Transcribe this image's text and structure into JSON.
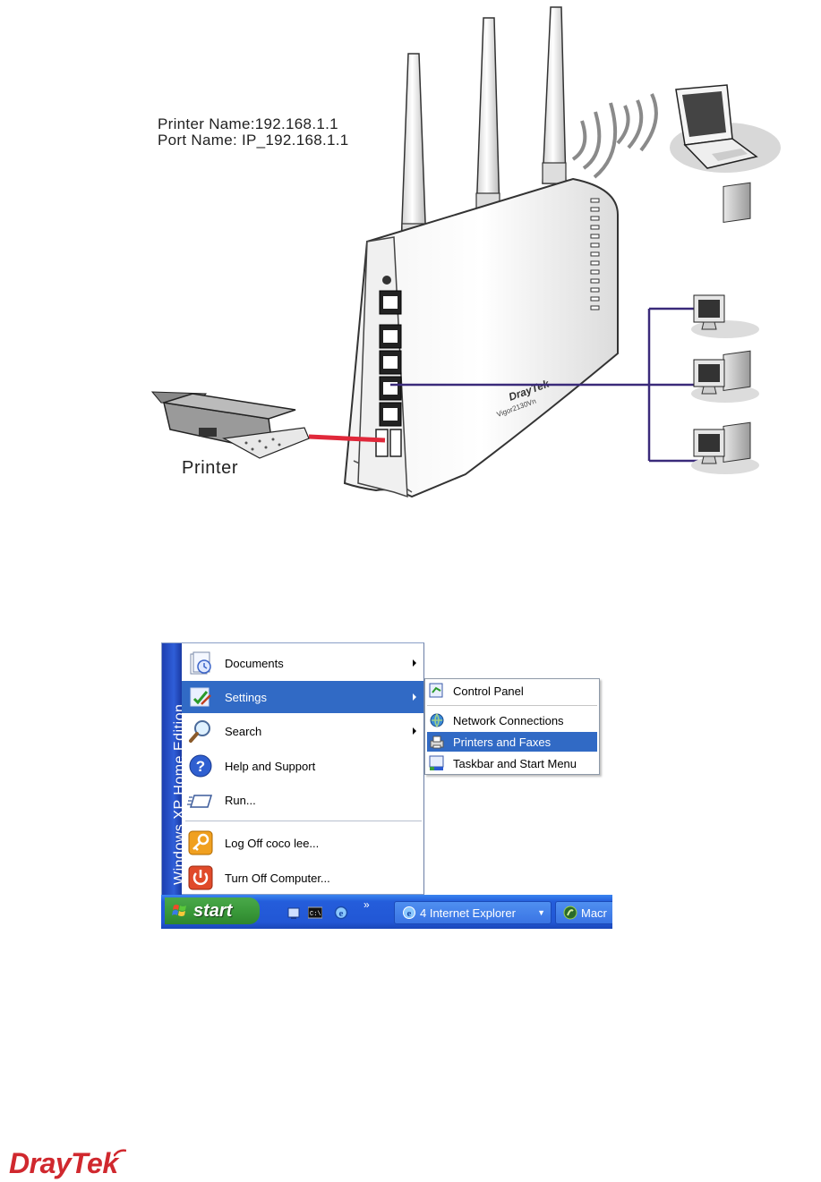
{
  "diagram": {
    "printer_name_line": "Printer Name:192.168.1.1",
    "port_name_line": "Port Name: IP_192.168.1.1",
    "printer_label": "Printer",
    "router_brand": "DrayTek",
    "router_model": "Vigor2130Vn"
  },
  "start_menu": {
    "banner": "Windows XP  Home Edition",
    "items": [
      {
        "label": "Documents",
        "icon": "documents-icon",
        "submenu": true
      },
      {
        "label": "Settings",
        "icon": "settings-icon",
        "submenu": true,
        "selected": true
      },
      {
        "label": "Search",
        "icon": "search-icon",
        "submenu": true
      },
      {
        "label": "Help and Support",
        "icon": "help-icon"
      },
      {
        "label": "Run...",
        "icon": "run-icon"
      },
      {
        "label": "Log Off coco lee...",
        "icon": "logoff-icon"
      },
      {
        "label": "Turn Off Computer...",
        "icon": "power-icon"
      }
    ],
    "settings_submenu": [
      {
        "label": "Control Panel",
        "icon": "control-panel-icon"
      },
      {
        "label": "Network Connections",
        "icon": "network-connections-icon"
      },
      {
        "label": "Printers and Faxes",
        "icon": "printers-icon",
        "selected": true
      },
      {
        "label": "Taskbar and Start Menu",
        "icon": "taskbar-icon"
      }
    ]
  },
  "taskbar": {
    "start_label": "start",
    "tasks": [
      {
        "label": "4 Internet Explorer",
        "icon": "internet-explorer-icon"
      },
      {
        "label": "Macr",
        "icon": "macromedia-icon"
      }
    ]
  },
  "footer": {
    "logo_text": "DrayTek"
  },
  "colors": {
    "selection": "#316ac5",
    "taskbar": "#245ddb",
    "start_button": "#3a9a3a",
    "cable": "#3a2a7a",
    "usb_cable": "#e0283a",
    "logo": "#d0282e"
  }
}
